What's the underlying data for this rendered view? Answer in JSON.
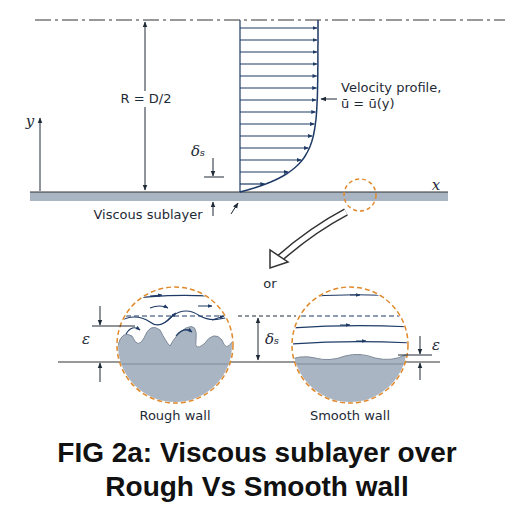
{
  "diagram": {
    "caption": "FIG 2a: Viscous sublayer over Rough Vs Smooth wall",
    "labels": [
      "R = D/2",
      "y",
      "δₛ",
      "Velocity profile, ū = ū(y)",
      "Viscous sublayer",
      "x",
      "or",
      "ε",
      "δₛ",
      "ε",
      "Rough wall",
      "Smooth wall"
    ]
  }
}
